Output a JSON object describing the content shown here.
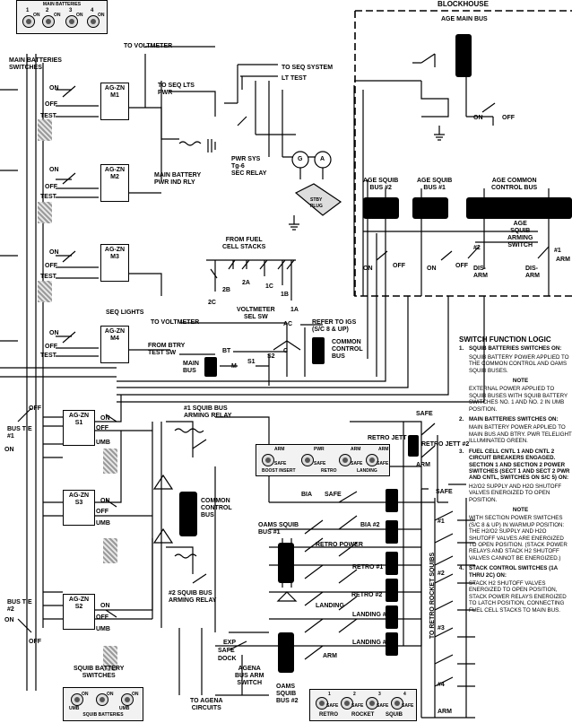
{
  "panels": {
    "main_batteries": {
      "title": "MAIN BATTERIES",
      "knob_marks": [
        "1",
        "2",
        "3",
        "4"
      ],
      "knob_labels": [
        "ON",
        "ON",
        "ON",
        "ON"
      ]
    },
    "squib_batteries": {
      "title": "SQUIB BATTERIES",
      "knob_labels": [
        "ON",
        "ON",
        "ON"
      ],
      "sub": [
        "UMB",
        "UMB"
      ]
    },
    "boost_insert": {
      "knobs": [
        "ARM",
        "PWR",
        "ARM",
        "ARM"
      ],
      "sub": [
        "SAFE",
        "SAFE",
        "SAFE",
        "SAFE"
      ],
      "title_parts": [
        "BOOST INSERT",
        "RETRO",
        "LANDING"
      ]
    },
    "retro_rocket": {
      "title_parts": [
        "RETRO",
        "ROCKET",
        "SQUIB"
      ],
      "knobs": [
        "1",
        "2",
        "3",
        "4"
      ],
      "sub": [
        "SAFE",
        "SAFE",
        "SAFE",
        "SAFE"
      ]
    }
  },
  "labels": {
    "to_voltmeter_top": "TO VOLTMETER",
    "main_batt_switches": "MAIN BATTERIES\nSWITCHES",
    "on": "ON",
    "off": "OFF",
    "test": "TEST",
    "umb": "UMB",
    "m1": "AG-ZN\nM1",
    "m2": "AG-ZN\nM2",
    "m3": "AG-ZN\nM3",
    "m4": "AG-ZN\nM4",
    "s1": "AG-ZN\nS1",
    "s2": "AG-ZN\nS2",
    "s3": "AG-ZN\nS3",
    "to_seq_lts": "TO SEQ LTS\nPWR",
    "to_seq_system": "TO SEQ SYSTEM",
    "lt_test": "LT TEST",
    "main_batt_relay": "MAIN BATTERY\nPWR IND RLY",
    "pwr_sys": "PWR SYS\nTg-6\nSEC RELAY",
    "from_fuel": "FROM FUEL\nCELL STACKS",
    "stack_ids": [
      "2B",
      "2A",
      "1C",
      "1B",
      "2C",
      "1A"
    ],
    "voltmeter_sel": "VOLTMETER\nSEL SW",
    "to_voltmeter": "TO VOLTMETER",
    "ac": "AC",
    "refer_igs": "REFER TO IGS\n(S/C 8 & UP)",
    "common_control_bus": "COMMON\nCONTROL\nBUS",
    "c": "C",
    "from_btry_test": "FROM BTRY\nTEST SW",
    "bt": "BT",
    "main_bus": "MAIN\nBUS",
    "m": "M",
    "s1_tag": "S1",
    "s2_tag": "S2",
    "seq_lights": "SEQ LIGHTS",
    "bus_tie_1": "BUS TIE\n#1",
    "bus_tie_2": "BUS TIE\n#2",
    "squib_arming_1": "#1 SQUIB BUS\nARMING RELAY",
    "squib_arming_2": "#2 SQUIB BUS\nARMING RELAY",
    "common_control_bus_2": "COMMON\nCONTROL\nBUS",
    "oams_squib_1": "OAMS SQUIB\nBUS #1",
    "oams_squib_2": "OAMS\nSQUIB\nBUS #2",
    "squib_battery_switches": "SQUIB BATTERY\nSWITCHES",
    "exp": "EXP",
    "safe": "SAFE",
    "dock": "DOCK",
    "agena_arm": "AGENA\nBUS ARM\nSWITCH",
    "to_agena": "TO AGENA\nCIRCUITS",
    "bia": "BIA",
    "bia_2": "BIA #2",
    "retro_power": "RETRO POWER",
    "retro_1": "RETRO #1",
    "retro_2": "RETRO #2",
    "landing": "LANDING",
    "landing_1": "LANDING #1",
    "landing_2": "LANDING #2",
    "arm": "ARM",
    "retro_jett": "RETRO JETT",
    "retro_jett_2": "RETRO JETT #2",
    "to_retro_squibs": "TO RETRO ROCKET SQUIBS",
    "squib_nums": [
      "#1",
      "#2",
      "#3",
      "#4"
    ],
    "gen_g": "G",
    "gen_a": "A",
    "stby_plug": "STBY\nPLUG"
  },
  "blockhouse": {
    "title": "BLOCKHOUSE",
    "age_main_bus": "AGE MAIN BUS",
    "age_squib_2": "AGE SQUIB\nBUS #2",
    "age_squib_1": "AGE SQUIB\nBUS #1",
    "age_common": "AGE COMMON\nCONTROL BUS",
    "age_squib_arming": "AGE\nSQUIB\nARMING\nSWITCH",
    "on": "ON",
    "off": "OFF",
    "dis_arm": "DIS-\nARM",
    "arm": "ARM",
    "n1": "#1",
    "n2": "#2"
  },
  "logic": {
    "heading": "SWITCH FUNCTION LOGIC",
    "items": [
      {
        "n": "1.",
        "head": "SQUIB BATTERIES SWITCHES ON:",
        "text": "SQUIB BATTERY POWER APPLIED TO THE COMMON CONTROL AND OAMS SQUIB BUSES.",
        "note_title": "NOTE",
        "note": "EXTERNAL POWER APPLIED TO SQUIB BUSES WITH SQUIB BATTERY SWITCHES NO. 1 AND NO. 2 IN UMB POSITION."
      },
      {
        "n": "2.",
        "head": "MAIN BATTERIES SWITCHES ON:",
        "text": "MAIN BATTERY POWER APPLIED TO MAIN BUS AND BTRY. PWR TELELIGHT ILLUMINATED GREEN."
      },
      {
        "n": "3.",
        "head": "FUEL CELL CNTL 1 AND CNTL 2 CIRCUIT BREAKERS ENGAGED. SECTION 1 AND SECTION 2 POWER SWITCHES (SECT 1 AND SECT 2 PWR AND CNTL, SWITCHES ON S/C 5) ON:",
        "text": "H2/O2 SUPPLY AND H2O SHUTOFF VALVES ENERGIZED TO OPEN POSITION.",
        "note_title": "NOTE",
        "note": "WITH SECTION POWER SWITCHES (S/C 8 & UP) IN WARMUP POSITION: THE H2/O2 SUPPLY AND H2O SHUTOFF VALVES ARE ENERGIZED TO OPEN POSITION. (STACK POWER RELAYS AND STACK H2 SHUTOFF VALVES CANNOT BE ENERGIZED.)"
      },
      {
        "n": "4.",
        "head": "STACK CONTROL SWITCHES (1A THRU 2C) ON:",
        "text": "STACK H2 SHUTOFF VALVES ENERGIZED TO OPEN POSITION, STACK POWER RELAYS ENERGIZED TO LATCH POSITION, CONNECTING FUEL CELL STACKS TO MAIN BUS."
      }
    ]
  }
}
